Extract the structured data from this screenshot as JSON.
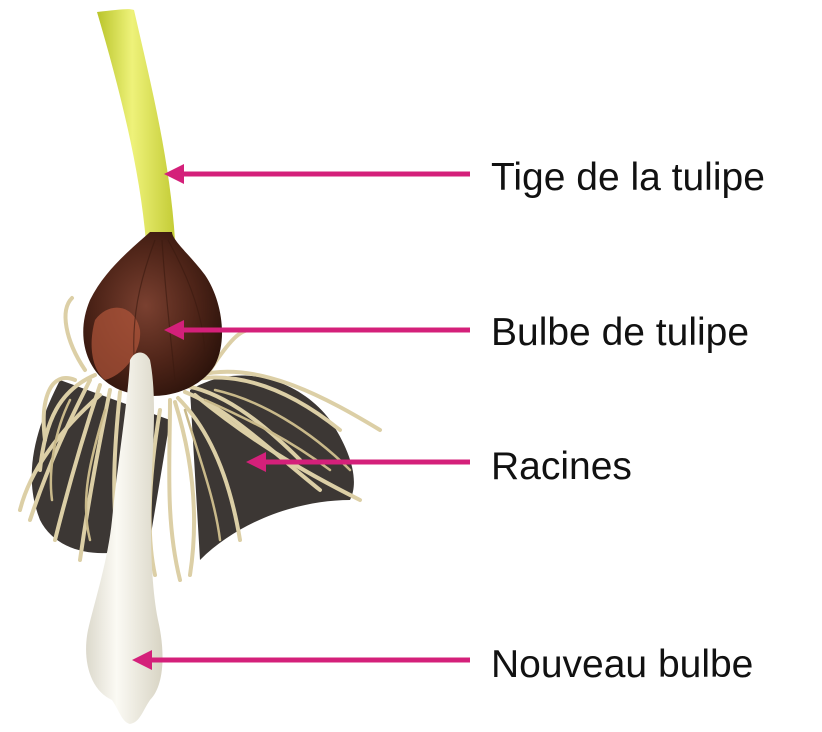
{
  "colors": {
    "arrow": "#d4207a",
    "stem": "#d8e04a",
    "bulb": "#5a2a1c",
    "roots": "#dccfa6",
    "new_bulb": "#f1efe6"
  },
  "labels": [
    {
      "id": "stem",
      "text": "Tige de la tulipe"
    },
    {
      "id": "bulb",
      "text": "Bulbe de tulipe"
    },
    {
      "id": "roots",
      "text": "Racines"
    },
    {
      "id": "new_bulb",
      "text": "Nouveau bulbe"
    }
  ]
}
